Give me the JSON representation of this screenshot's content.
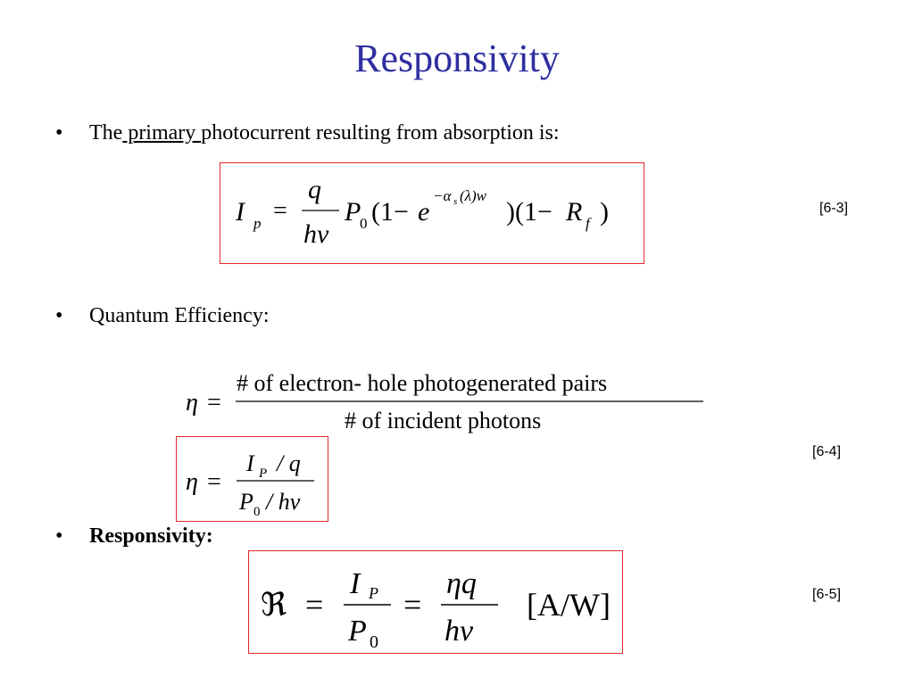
{
  "title": "Responsivity",
  "bullet_symbol": "•",
  "bullets": [
    {
      "prefix": "The",
      "underlined": " primary ",
      "suffix": "photocurrent resulting from absorption is:"
    },
    {
      "text": "Quantum Efficiency:"
    },
    {
      "text": "Responsivity:"
    }
  ],
  "eq1": {
    "lhs": "I",
    "lhs_sub": "p",
    "equals": "=",
    "num": "q",
    "den": "hν",
    "P": "P",
    "P_sub": "0",
    "open1": "(1−",
    "e": "e",
    "exp": "−α",
    "exp_sub": "s",
    "exp_tail": "(λ)w",
    "close1": ")(1−",
    "R": "R",
    "R_sub": "f",
    "close2": ")",
    "number": "[6-3]"
  },
  "eq2": {
    "lhs": "η",
    "equals": "=",
    "num": "# of electron- hole photogenerated pairs",
    "den": "# of incident photons"
  },
  "eq3": {
    "lhs": "η",
    "equals": "=",
    "num_I": "I",
    "num_sub": "P",
    "num_rest": "/ q",
    "den_P": "P",
    "den_sub": "0",
    "den_rest": "/ hν",
    "number": "[6-4]"
  },
  "eq4": {
    "lhs": "ℜ",
    "equals": "=",
    "f1_num": "I",
    "f1_num_sub": "P",
    "f1_den": "P",
    "f1_den_sub": "0",
    "f2_num": "ηq",
    "f2_den": "hν",
    "units": "[A/W]",
    "number": "[6-5]"
  }
}
